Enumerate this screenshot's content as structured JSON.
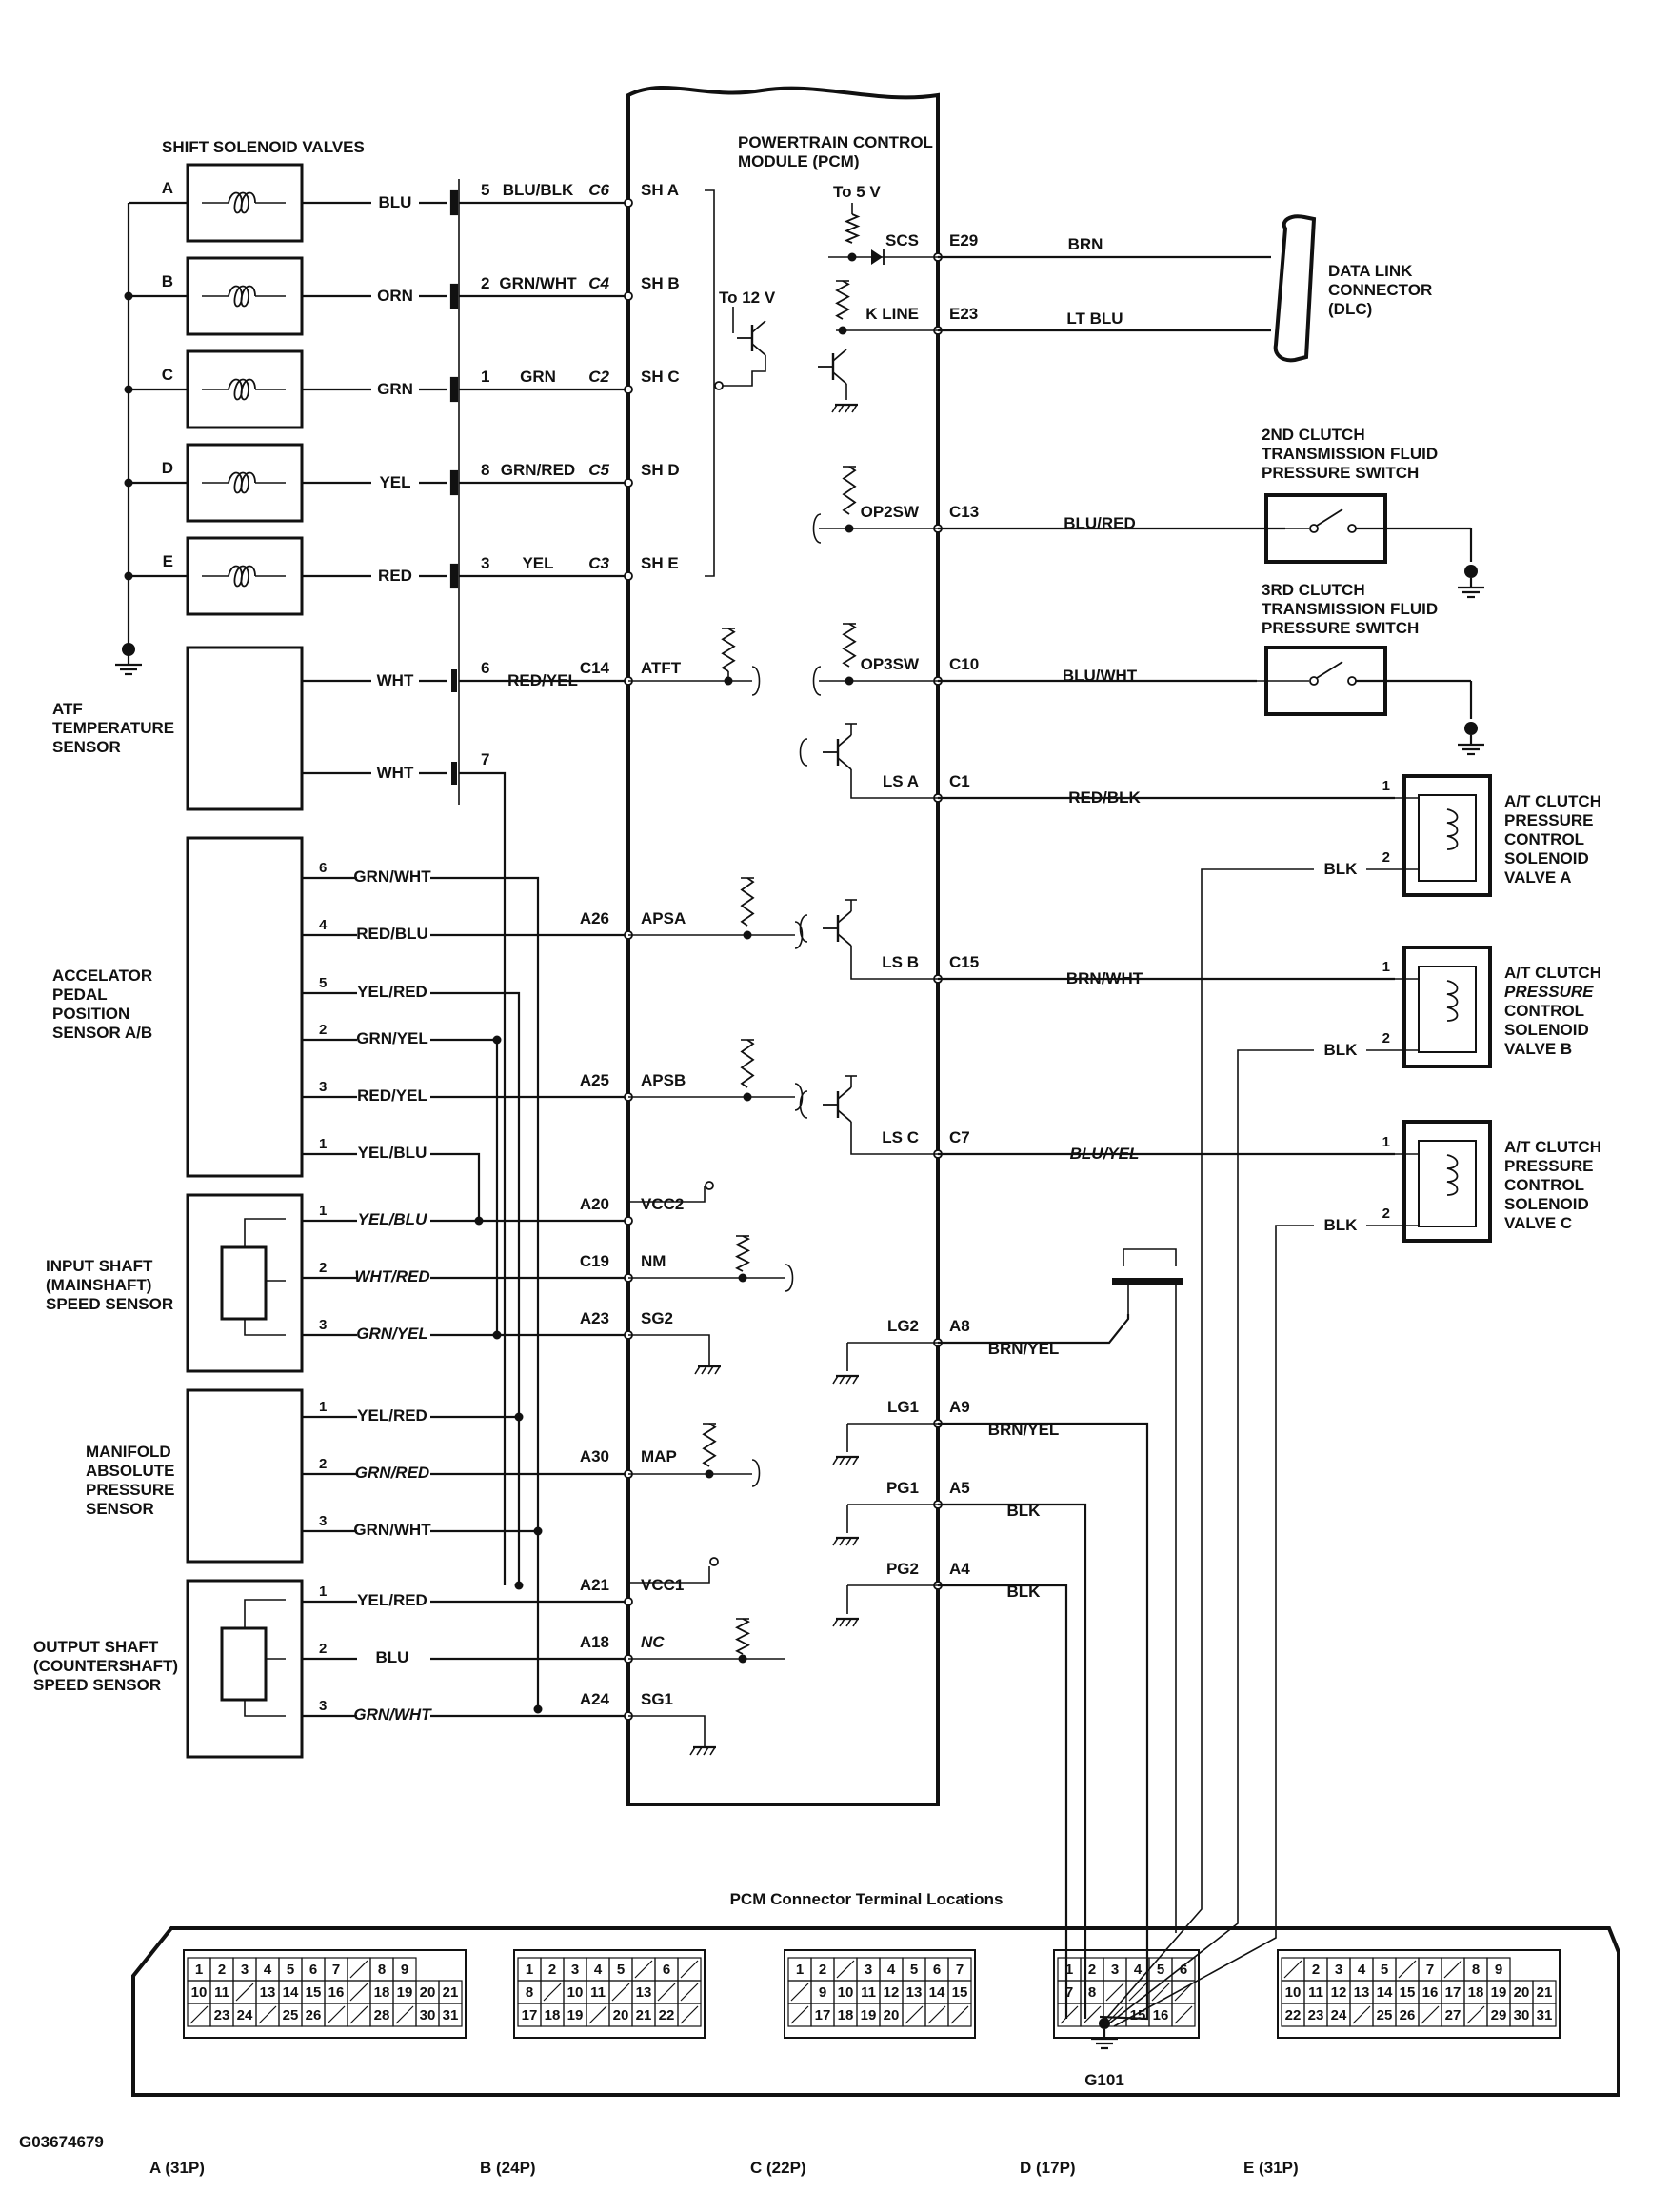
{
  "colors": {
    "ink": "#111111",
    "paper": "#ffffff"
  },
  "pcm": {
    "title_line1": "POWERTRAIN CONTROL",
    "title_line2": "MODULE (PCM)"
  },
  "solenoids": {
    "title": "SHIFT SOLENOID VALVES",
    "rows": [
      {
        "letter": "A",
        "wire": "BLU",
        "pin": "5",
        "pcm_wire": "BLU/BLK",
        "terminal": "C6",
        "signal": "SH A"
      },
      {
        "letter": "B",
        "wire": "ORN",
        "pin": "2",
        "pcm_wire": "GRN/WHT",
        "terminal": "C4",
        "signal": "SH B"
      },
      {
        "letter": "C",
        "wire": "GRN",
        "pin": "1",
        "pcm_wire": "GRN",
        "terminal": "C2",
        "signal": "SH C"
      },
      {
        "letter": "D",
        "wire": "YEL",
        "pin": "8",
        "pcm_wire": "GRN/RED",
        "terminal": "C5",
        "signal": "SH D"
      },
      {
        "letter": "E",
        "wire": "RED",
        "pin": "3",
        "pcm_wire": "YEL",
        "terminal": "C3",
        "signal": "SH E"
      }
    ]
  },
  "atf": {
    "label": [
      "ATF",
      "TEMPERATURE",
      "SENSOR"
    ],
    "wire1": "WHT",
    "pin1": "6",
    "pcm_wire": "RED/YEL",
    "terminal": "C14",
    "signal": "ATFT",
    "wire2": "WHT",
    "pin2": "7"
  },
  "apps": {
    "label": [
      "ACCELATOR",
      "PEDAL",
      "POSITION",
      "SENSOR A/B"
    ],
    "pins": [
      {
        "pin": "6",
        "wire": "GRN/WHT"
      },
      {
        "pin": "4",
        "wire": "RED/BLU",
        "terminal": "A26",
        "signal": "APSA"
      },
      {
        "pin": "5",
        "wire": "YEL/RED"
      },
      {
        "pin": "2",
        "wire": "GRN/YEL"
      },
      {
        "pin": "3",
        "wire": "RED/YEL",
        "terminal": "A25",
        "signal": "APSB"
      },
      {
        "pin": "1",
        "wire": "YEL/BLU"
      }
    ]
  },
  "input_shaft": {
    "label": [
      "INPUT SHAFT",
      "(MAINSHAFT)",
      "SPEED SENSOR"
    ],
    "pins": [
      {
        "pin": "1",
        "wire": "YEL/BLU",
        "terminal": "A20",
        "signal": "VCC2"
      },
      {
        "pin": "2",
        "wire": "WHT/RED",
        "terminal": "C19",
        "signal": "NM"
      },
      {
        "pin": "3",
        "wire": "GRN/YEL",
        "terminal": "A23",
        "signal": "SG2"
      }
    ]
  },
  "map": {
    "label": [
      "MANIFOLD",
      "ABSOLUTE",
      "PRESSURE",
      "SENSOR"
    ],
    "pins": [
      {
        "pin": "1",
        "wire": "YEL/RED"
      },
      {
        "pin": "2",
        "wire": "GRN/RED",
        "terminal": "A30",
        "signal": "MAP"
      },
      {
        "pin": "3",
        "wire": "GRN/WHT"
      }
    ]
  },
  "output_shaft": {
    "label": [
      "OUTPUT SHAFT",
      "(COUNTERSHAFT)",
      "SPEED SENSOR"
    ],
    "pins": [
      {
        "pin": "1",
        "wire": "YEL/RED",
        "terminal": "A21",
        "signal": "VCC1"
      },
      {
        "pin": "2",
        "wire": "BLU",
        "terminal": "A18",
        "signal": "NC"
      },
      {
        "pin": "3",
        "wire": "GRN/WHT",
        "terminal": "A24",
        "signal": "SG1"
      }
    ]
  },
  "pcm_internal": {
    "to_12v": "To 12 V",
    "to_5v": "To 5 V"
  },
  "right_side": [
    {
      "signal": "SCS",
      "terminal": "E29",
      "wire": "BRN"
    },
    {
      "signal": "K LINE",
      "terminal": "E23",
      "wire": "LT BLU"
    },
    {
      "signal": "OP2SW",
      "terminal": "C13",
      "wire": "BLU/RED"
    },
    {
      "signal": "OP3SW",
      "terminal": "C10",
      "wire": "BLU/WHT"
    },
    {
      "signal": "LS A",
      "terminal": "C1",
      "wire": "RED/BLK"
    },
    {
      "signal": "LS B",
      "terminal": "C15",
      "wire": "BRN/WHT"
    },
    {
      "signal": "LS C",
      "terminal": "C7",
      "wire": "BLU/YEL"
    },
    {
      "signal": "LG2",
      "terminal": "A8",
      "wire": "BRN/YEL"
    },
    {
      "signal": "LG1",
      "terminal": "A9",
      "wire": "BRN/YEL"
    },
    {
      "signal": "PG1",
      "terminal": "A5",
      "wire": "BLK"
    },
    {
      "signal": "PG2",
      "terminal": "A4",
      "wire": "BLK"
    }
  ],
  "dlc": {
    "label": [
      "DATA LINK",
      "CONNECTOR",
      "(DLC)"
    ]
  },
  "switch2": {
    "label": [
      "2ND CLUTCH",
      "TRANSMISSION FLUID",
      "PRESSURE SWITCH"
    ]
  },
  "switch3": {
    "label": [
      "3RD CLUTCH",
      "TRANSMISSION FLUID",
      "PRESSURE SWITCH"
    ]
  },
  "clutch_solenoids": [
    {
      "label": [
        "A/T CLUTCH",
        "PRESSURE",
        "CONTROL",
        "SOLENOID",
        "VALVE A"
      ],
      "pin1": "1",
      "pin2": "2",
      "ground_wire": "BLK"
    },
    {
      "label": [
        "A/T CLUTCH",
        "PRESSURE",
        "CONTROL",
        "SOLENOID",
        "VALVE B"
      ],
      "pin1": "1",
      "pin2": "2",
      "ground_wire": "BLK"
    },
    {
      "label": [
        "A/T CLUTCH",
        "PRESSURE",
        "CONTROL",
        "SOLENOID",
        "VALVE C"
      ],
      "pin1": "1",
      "pin2": "2",
      "ground_wire": "BLK"
    }
  ],
  "ground": {
    "label": "G101"
  },
  "connectors": {
    "title": "PCM Connector Terminal Locations",
    "blocks": [
      {
        "label": "A (31P)",
        "rows": [
          [
            "1",
            "2",
            "3",
            "4",
            "5",
            "6",
            "7",
            "/",
            "8",
            "9"
          ],
          [
            "10",
            "11",
            "/",
            "13",
            "14",
            "15",
            "16",
            "/",
            "18",
            "19",
            "20",
            "21"
          ],
          [
            "/",
            "23",
            "24",
            "/",
            "25",
            "26",
            "/",
            "/",
            "28",
            "/",
            "30",
            "31"
          ]
        ]
      },
      {
        "label": "B (24P)",
        "rows": [
          [
            "1",
            "2",
            "3",
            "4",
            "5",
            "/",
            "6",
            "/"
          ],
          [
            "8",
            "/",
            "10",
            "11",
            "/",
            "13",
            "/",
            "/"
          ],
          [
            "17",
            "18",
            "19",
            "/",
            "20",
            "21",
            "22",
            "/"
          ]
        ]
      },
      {
        "label": "C (22P)",
        "rows": [
          [
            "1",
            "2",
            "/",
            "3",
            "4",
            "5",
            "6",
            "7"
          ],
          [
            "/",
            "9",
            "10",
            "11",
            "12",
            "13",
            "14",
            "15"
          ],
          [
            "/",
            "17",
            "18",
            "19",
            "20",
            "/",
            "/",
            "/"
          ]
        ]
      },
      {
        "label": "D (17P)",
        "rows": [
          [
            "1",
            "2",
            "3",
            "4",
            "5",
            "6"
          ],
          [
            "7",
            "8",
            "/",
            "/",
            "/",
            "/"
          ],
          [
            "/",
            "/",
            "/",
            "15",
            "16",
            "/"
          ]
        ]
      },
      {
        "label": "E (31P)",
        "rows": [
          [
            "/",
            "2",
            "3",
            "4",
            "5",
            "/",
            "7",
            "/",
            "8",
            "9"
          ],
          [
            "10",
            "11",
            "12",
            "13",
            "14",
            "15",
            "16",
            "17",
            "18",
            "19",
            "20",
            "21"
          ],
          [
            "22",
            "23",
            "24",
            "/",
            "25",
            "26",
            "/",
            "27",
            "/",
            "29",
            "30",
            "31"
          ]
        ]
      }
    ]
  },
  "figure_id": "G03674679"
}
